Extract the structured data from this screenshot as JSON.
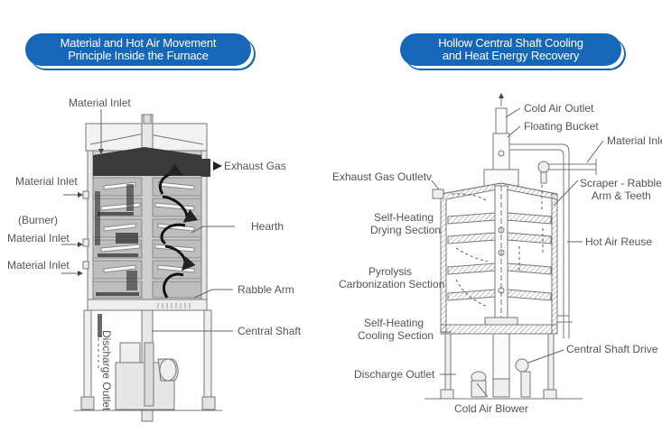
{
  "left_panel": {
    "title_line1": "Material and Hot Air Movement",
    "title_line2": "Principle Inside the Furnace",
    "labels": {
      "material_inlet_top": "Material Inlet",
      "exhaust_gas": "Exhaust Gas",
      "material_inlet_1": "Material Inlet",
      "burner": "(Burner)",
      "material_inlet_2": "Material Inlet",
      "material_inlet_3": "Material Inlet",
      "hearth": "Hearth",
      "rabble_arm": "Rabble Arm",
      "central_shaft": "Central Shaft",
      "discharge_outlet": "Discharge Outlet"
    }
  },
  "right_panel": {
    "title_line1": "Hollow Central Shaft Cooling",
    "title_line2": "and Heat Energy Recovery",
    "labels": {
      "cold_air_outlet": "Cold Air Outlet",
      "floating_bucket": "Floating Bucket",
      "material_inlet": "Material Inle",
      "exhaust_gas_outlet": "Exhaust Gas Outletv",
      "scraper_line1": "Scraper - Rabble",
      "scraper_line2": "Arm & Teeth",
      "drying_line1": "Self-Heating",
      "drying_line2": "Drying Section",
      "hot_air_reuse": "Hot Air Reuse",
      "pyrolysis_line1": "Pyrolysis",
      "pyrolysis_line2": "Carbonization Section",
      "cooling_line1": "Self-Heating",
      "cooling_line2": "Cooling Section",
      "central_shaft_drive": "Central Shaft Drive",
      "discharge_outlet": "Discharge Outlet",
      "cold_air_blower": "Cold Air Blower"
    }
  },
  "colors": {
    "banner_blue": "#1667b8",
    "label_gray": "#555555",
    "line_gray": "#777777"
  }
}
